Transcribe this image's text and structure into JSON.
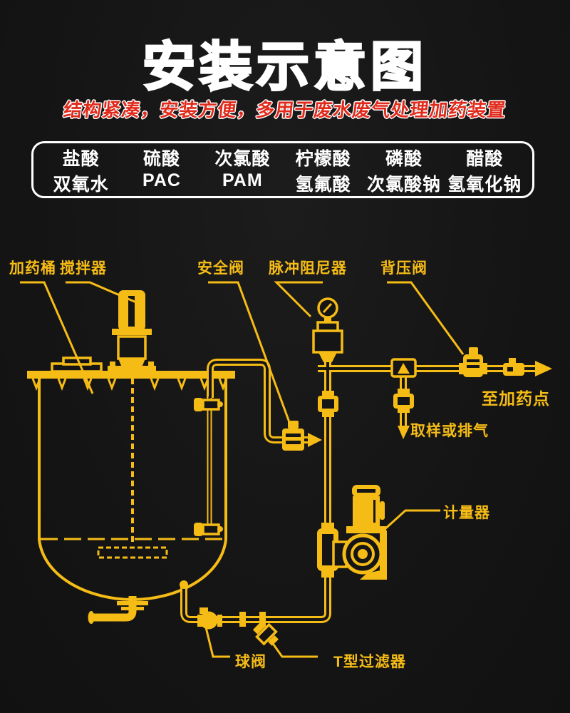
{
  "colors": {
    "background": "#151515",
    "line_yellow": "#f6bc16",
    "title_white": "#ffffff",
    "subtitle_red": "#e02b1c",
    "box_border": "#ffffff"
  },
  "header": {
    "title": "安装示意图",
    "subtitle": "结构紧凑，安装方便，多用于废水废气处理加药装置"
  },
  "chemicals": {
    "row1": [
      "盐酸",
      "硫酸",
      "次氯酸",
      "柠檬酸",
      "磷酸",
      "醋酸"
    ],
    "row2": [
      "双氧水",
      "PAC",
      "PAM",
      "氢氟酸",
      "次氯酸钠",
      "氢氧化钠"
    ]
  },
  "diagram": {
    "labels": {
      "dosing_tank": "加药桶",
      "agitator": "搅拌器",
      "safety_valve": "安全阀",
      "pulse_damper": "脉冲阻尼器",
      "back_pressure_valve": "背压阀",
      "to_dosing_point": "至加药点",
      "sampling_or_vent": "取样或排气",
      "metering_pump": "计量器",
      "ball_valve": "球阀",
      "t_filter": "T型过滤器"
    }
  }
}
